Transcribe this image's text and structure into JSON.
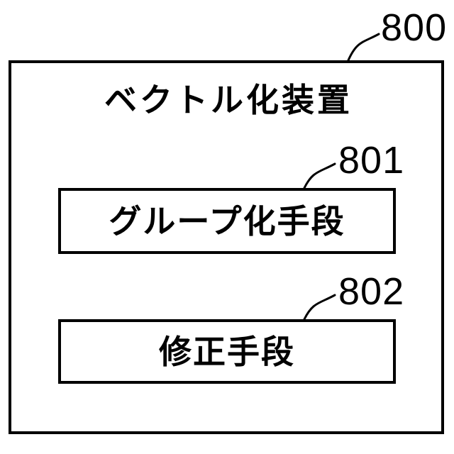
{
  "diagram": {
    "device": {
      "ref": "800",
      "title": "ベクトル化装置"
    },
    "components": [
      {
        "ref": "801",
        "label": "グループ化手段"
      },
      {
        "ref": "802",
        "label": "修正手段"
      }
    ],
    "colors": {
      "line": "#000000",
      "background": "#ffffff"
    }
  }
}
